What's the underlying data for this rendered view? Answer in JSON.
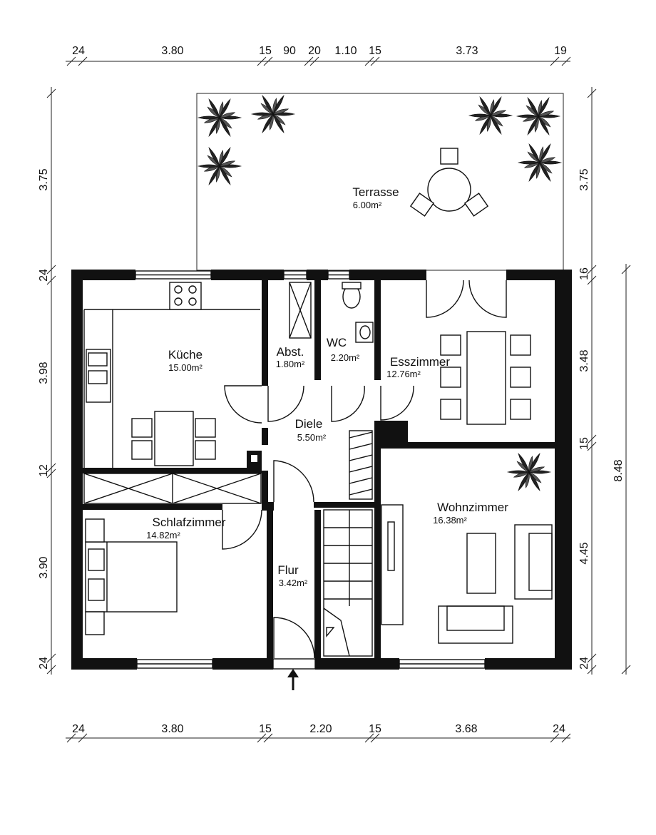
{
  "rooms": {
    "terrasse": {
      "name": "Terrasse",
      "area": "6.00m²"
    },
    "kueche": {
      "name": "Küche",
      "area": "15.00m²"
    },
    "abst": {
      "name": "Abst.",
      "area": "1.80m²"
    },
    "wc": {
      "name": "WC",
      "area": "2.20m²"
    },
    "esszimmer": {
      "name": "Esszimmer",
      "area": "12.76m²"
    },
    "diele": {
      "name": "Diele",
      "area": "5.50m²"
    },
    "schlafzimmer": {
      "name": "Schlafzimmer",
      "area": "14.82m²"
    },
    "wohnzimmer": {
      "name": "Wohnzimmer",
      "area": "16.38m²"
    },
    "flur": {
      "name": "Flur",
      "area": "3.42m²"
    }
  },
  "dimensions": {
    "top": [
      "24",
      "3.80",
      "15",
      "90",
      "20",
      "1.10",
      "15",
      "3.73",
      "19"
    ],
    "bottom": [
      "24",
      "3.80",
      "15",
      "2.20",
      "15",
      "3.68",
      "24"
    ],
    "left": [
      "3.75",
      "24",
      "3.98",
      "12",
      "3.90",
      "24"
    ],
    "right": [
      "3.75",
      "16",
      "3.48",
      "15",
      "4.45",
      "24"
    ],
    "right_total": "8.48"
  },
  "icons": {
    "plant": "plant-icon",
    "entrance": "entrance-arrow-icon"
  }
}
